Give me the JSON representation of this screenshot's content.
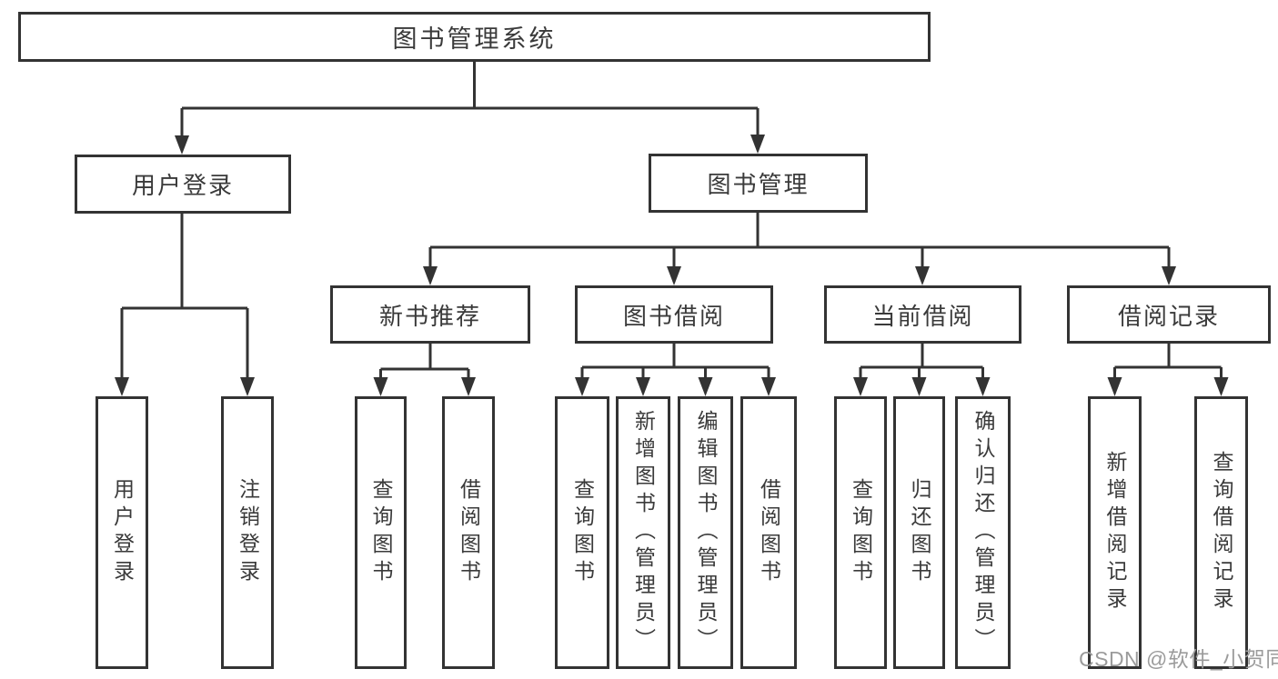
{
  "diagram": {
    "type": "hierarchy-tree",
    "line_color": "#333333",
    "text_color": "#3a3a3a",
    "root": {
      "label": "图书管理系统"
    },
    "level2": {
      "user_login": {
        "label": "用户登录"
      },
      "book_management": {
        "label": "图书管理"
      }
    },
    "level3": {
      "new_book_recommend": {
        "label": "新书推荐",
        "parent": "图书管理"
      },
      "book_borrowing": {
        "label": "图书借阅",
        "parent": "图书管理"
      },
      "current_borrowing": {
        "label": "当前借阅",
        "parent": "图书管理"
      },
      "borrowing_records": {
        "label": "借阅记录",
        "parent": "图书管理"
      }
    },
    "leaves": {
      "user_login": {
        "label": "用户登录",
        "parent": "用户登录"
      },
      "logout": {
        "label": "注销登录",
        "parent": "用户登录"
      },
      "recommend_query_books": {
        "label": "查询图书",
        "parent": "新书推荐"
      },
      "recommend_borrow_books": {
        "label": "借阅图书",
        "parent": "新书推荐"
      },
      "borrowing_query_books": {
        "label": "查询图书",
        "parent": "图书借阅"
      },
      "borrowing_add_books": {
        "label": "新增图书（管理员）",
        "parent": "图书借阅"
      },
      "borrowing_edit_books": {
        "label": "编辑图书（管理员）",
        "parent": "图书借阅"
      },
      "borrowing_borrow_books": {
        "label": "借阅图书",
        "parent": "图书借阅"
      },
      "current_query_books": {
        "label": "查询图书",
        "parent": "当前借阅"
      },
      "current_return_books": {
        "label": "归还图书",
        "parent": "当前借阅"
      },
      "current_confirm_return": {
        "label": "确认归还（管理员）",
        "parent": "当前借阅"
      },
      "records_add_record": {
        "label": "新增借阅记录",
        "parent": "借阅记录"
      },
      "records_query_record": {
        "label": "查询借阅记录",
        "parent": "借阅记录"
      }
    }
  },
  "watermark": {
    "text": "CSDN @软件_小贺同学",
    "color": "#9b9b9b"
  }
}
